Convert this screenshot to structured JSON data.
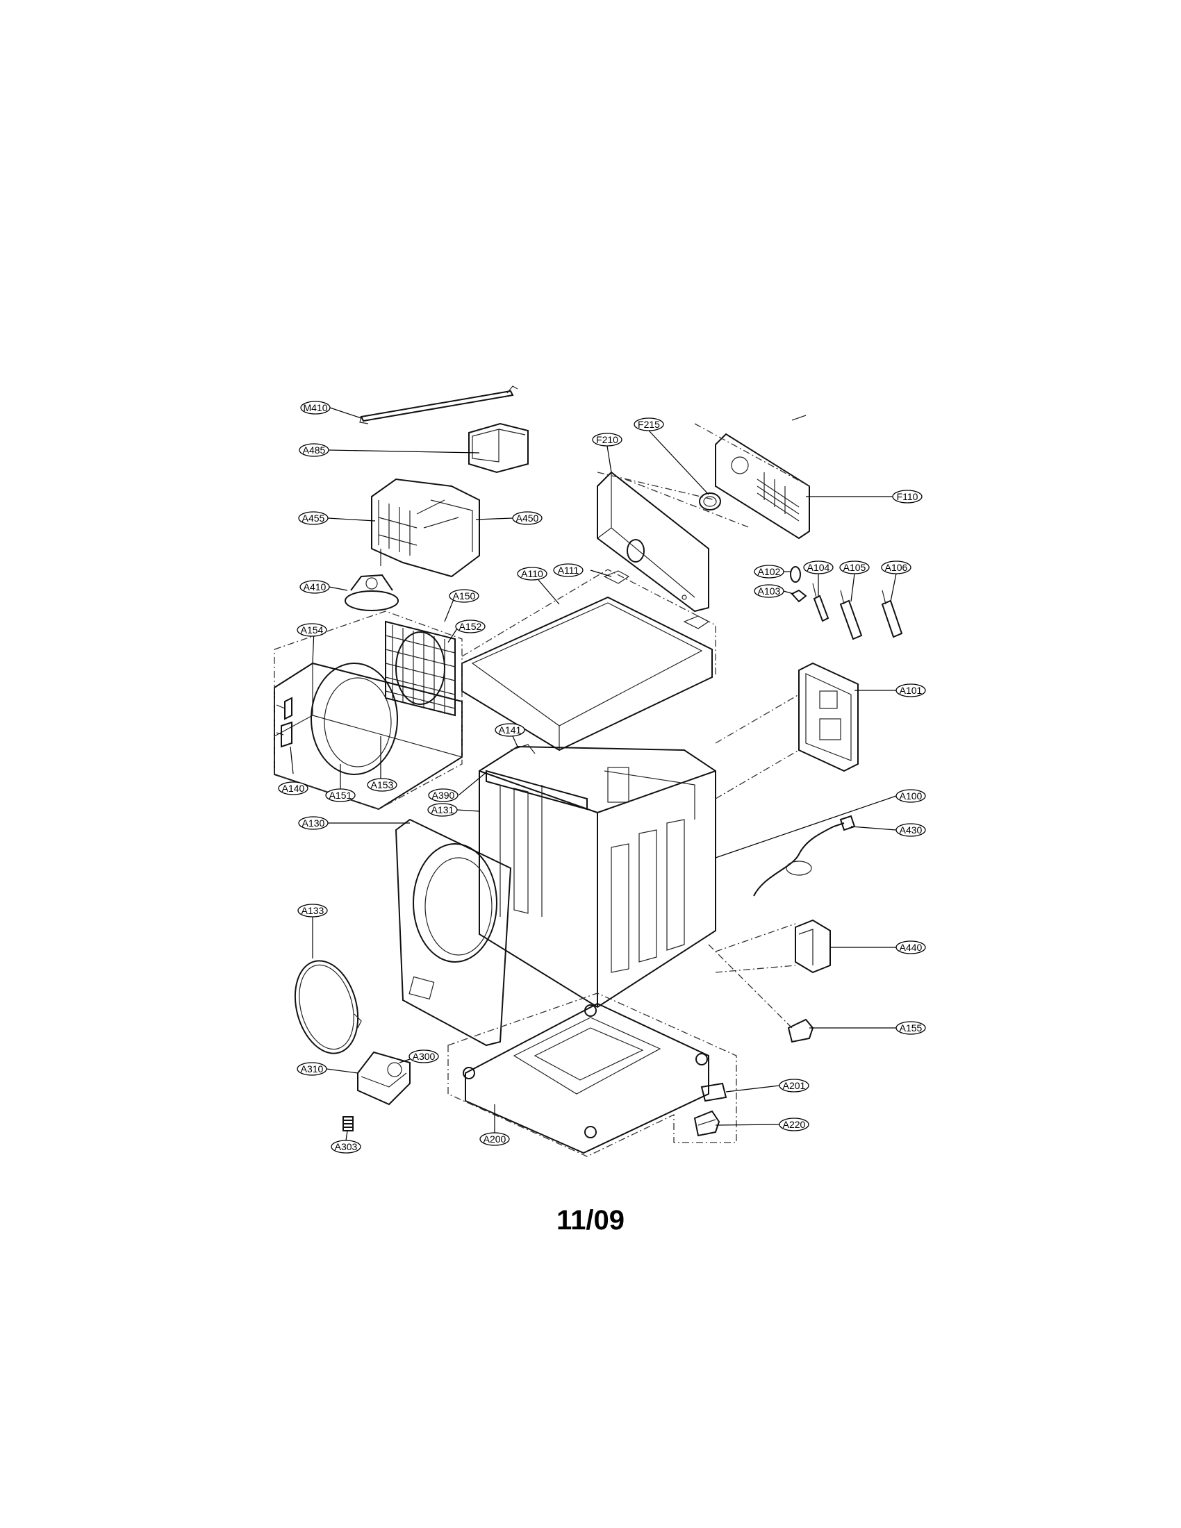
{
  "diagram": {
    "callouts": [
      {
        "id": "M410",
        "label": "M410"
      },
      {
        "id": "A485",
        "label": "A485"
      },
      {
        "id": "A455",
        "label": "A455"
      },
      {
        "id": "A450",
        "label": "A450"
      },
      {
        "id": "A410",
        "label": "A410"
      },
      {
        "id": "A150",
        "label": "A150"
      },
      {
        "id": "A154",
        "label": "A154"
      },
      {
        "id": "A152",
        "label": "A152"
      },
      {
        "id": "A140",
        "label": "A140"
      },
      {
        "id": "A151",
        "label": "A151"
      },
      {
        "id": "A153",
        "label": "A153"
      },
      {
        "id": "A130",
        "label": "A130"
      },
      {
        "id": "A133",
        "label": "A133"
      },
      {
        "id": "A310",
        "label": "A310"
      },
      {
        "id": "A300",
        "label": "A300"
      },
      {
        "id": "A303",
        "label": "A303"
      },
      {
        "id": "A200",
        "label": "A200"
      },
      {
        "id": "A110",
        "label": "A110"
      },
      {
        "id": "A111",
        "label": "A111"
      },
      {
        "id": "A141",
        "label": "A141"
      },
      {
        "id": "A390",
        "label": "A390"
      },
      {
        "id": "A131",
        "label": "A131"
      },
      {
        "id": "F210",
        "label": "F210"
      },
      {
        "id": "F215",
        "label": "F215"
      },
      {
        "id": "F110",
        "label": "F110"
      },
      {
        "id": "A102",
        "label": "A102"
      },
      {
        "id": "A103",
        "label": "A103"
      },
      {
        "id": "A104",
        "label": "A104"
      },
      {
        "id": "A105",
        "label": "A105"
      },
      {
        "id": "A106",
        "label": "A106"
      },
      {
        "id": "A101",
        "label": "A101"
      },
      {
        "id": "A100",
        "label": "A100"
      },
      {
        "id": "A430",
        "label": "A430"
      },
      {
        "id": "A440",
        "label": "A440"
      },
      {
        "id": "A155",
        "label": "A155"
      },
      {
        "id": "A201",
        "label": "A201"
      },
      {
        "id": "A220",
        "label": "A220"
      }
    ]
  },
  "footer": {
    "date_code": "11/09"
  }
}
